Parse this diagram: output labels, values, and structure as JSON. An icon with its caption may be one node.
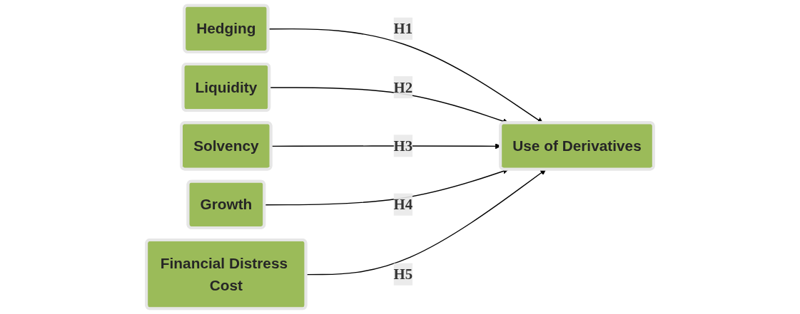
{
  "diagram": {
    "nodes": [
      {
        "text": [
          "Hedging"
        ]
      },
      {
        "text": [
          "Liquidity"
        ]
      },
      {
        "text": [
          "Solvency"
        ]
      },
      {
        "text": [
          "Growth"
        ]
      },
      {
        "text": [
          "Financial Distress Cost"
        ]
      },
      {
        "text": [
          "Use of Derivatives"
        ]
      }
    ],
    "edges": [
      {
        "from": 0,
        "to": 5,
        "arrow": "to",
        "label": "H1"
      },
      {
        "from": 1,
        "to": 5,
        "arrow": "to",
        "label": "H2"
      },
      {
        "from": 2,
        "to": 5,
        "arrow": "to",
        "label": "H3"
      },
      {
        "from": 3,
        "to": 5,
        "arrow": "to",
        "label": "H4"
      },
      {
        "from": 4,
        "to": 5,
        "arrow": "to",
        "label": "H5"
      }
    ]
  }
}
